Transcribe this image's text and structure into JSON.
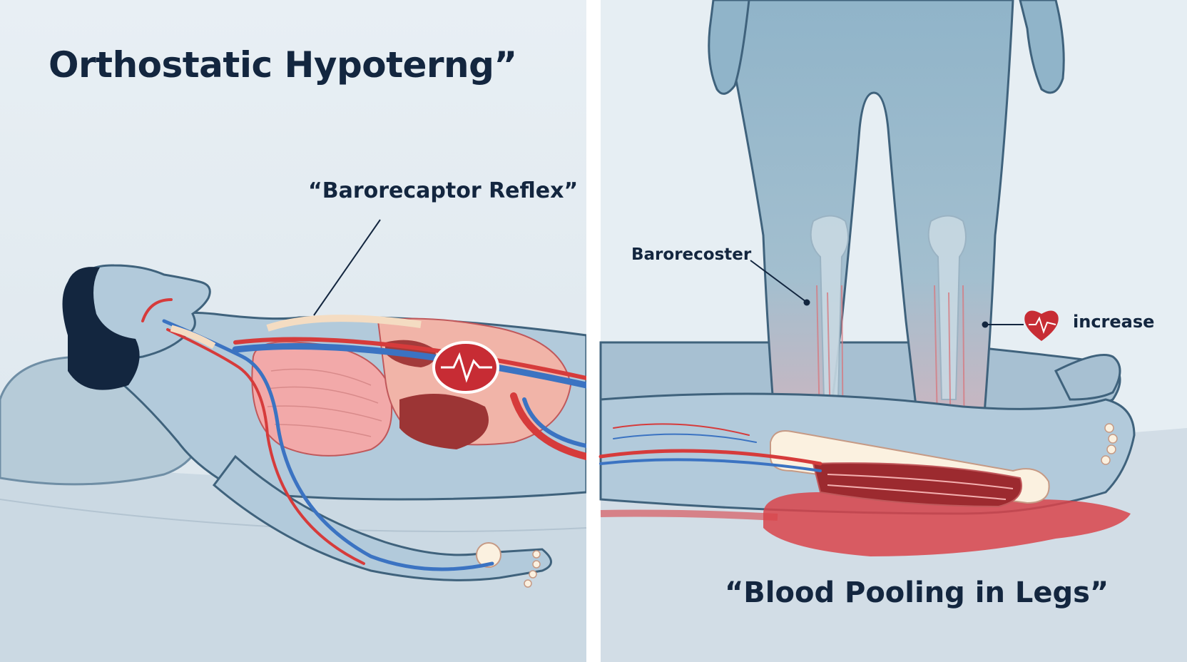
{
  "title": "Orthostatic Hypoterng”",
  "labels": {
    "baroreceptor_reflex": "“Barorecaptor Reflex”",
    "barorecoster": "Barorecoster",
    "increase": "increase",
    "blood_pooling": "“Blood Pooling in Legs”"
  },
  "icons": {
    "heart_monitor_left": "heart-ecg-icon",
    "heart_monitor_right": "heart-ecg-icon"
  },
  "colors": {
    "background": "#e6eef3",
    "skin": "#9bbfd3",
    "skin_outline": "#3f627c",
    "artery": "#d63b3b",
    "vein": "#3b73c2",
    "organ": "#f2a3a3",
    "blood_pool": "#d9444a",
    "text": "#13263f"
  }
}
